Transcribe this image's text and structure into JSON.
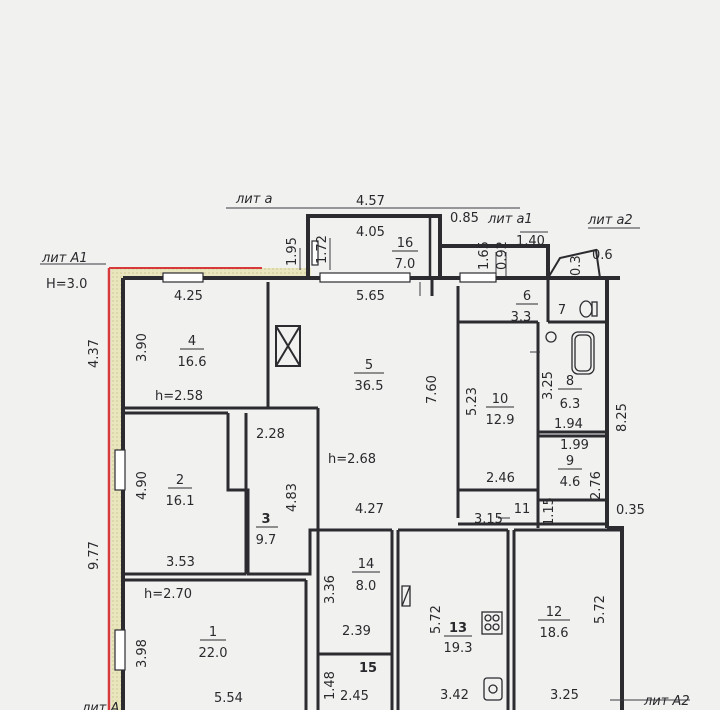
{
  "litera": {
    "a": "лит а",
    "a1": "лит а1",
    "a2": "лит а2",
    "A1": "лит А1",
    "A2": "лит А2",
    "A": "лит А",
    "h_a1": "Н=3.0"
  },
  "rooms": [
    {
      "num": "1",
      "area": "22.0"
    },
    {
      "num": "2",
      "area": "16.1"
    },
    {
      "num": "3",
      "area": "9.7"
    },
    {
      "num": "4",
      "area": "16.6"
    },
    {
      "num": "5",
      "area": "36.5"
    },
    {
      "num": "6",
      "area": "3.3"
    },
    {
      "num": "7",
      "area": ""
    },
    {
      "num": "8",
      "area": "6.3"
    },
    {
      "num": "9",
      "area": "4.6"
    },
    {
      "num": "10",
      "area": "12.9"
    },
    {
      "num": "11",
      "area": ""
    },
    {
      "num": "12",
      "area": "18.6"
    },
    {
      "num": "13",
      "area": "19.3"
    },
    {
      "num": "14",
      "area": "8.0"
    },
    {
      "num": "15",
      "area": ""
    },
    {
      "num": "16",
      "area": "7.0"
    }
  ],
  "heights": {
    "r4": "h=2.58",
    "r5": "h=2.68",
    "r1": "h=2.70"
  },
  "dimensions": {
    "top_457": "4.57",
    "top_405": "4.05",
    "top_195": "1.95",
    "top_172": "1.72",
    "top_085": "0.85",
    "top_165": "1.65",
    "top_092": "0.92",
    "top_140": "1,40",
    "top_03": "0.3",
    "top_06": "0.6",
    "r4_w": "4.25",
    "r4_h": "3.90",
    "left_437": "4.37",
    "r5_w": "5.65",
    "r5_h": "7.60",
    "r5_bottom": "4.27",
    "r2_top": "2.28",
    "r2_h": "4.90",
    "r2_w": "3.53",
    "r3_h": "4.83",
    "left_977": "9.77",
    "r10_h": "5.23",
    "r10_w": "2.46",
    "r8_h": "3.25",
    "r8_w": "1.94",
    "r9_w": "1.99",
    "r9_h": "2.76",
    "right_825": "8.25",
    "right_035": "0.35",
    "r11_w": "3.15",
    "r11_h": "1.15",
    "r14_h": "3.36",
    "r14_w": "2.39",
    "r13_h": "5.72",
    "r13_w": "3.42",
    "r12_h": "5.72",
    "r12_w": "3.25",
    "r1_h": "3.98",
    "r1_w": "5.54",
    "r15_h": "1.48",
    "r15_w": "2.45"
  },
  "colors": {
    "paper": "#f1f1ef",
    "wall": "#2b2b30",
    "boundary": "#d63a3a",
    "hatch": "#e6e2b6",
    "ink": "#2a2a2e"
  }
}
